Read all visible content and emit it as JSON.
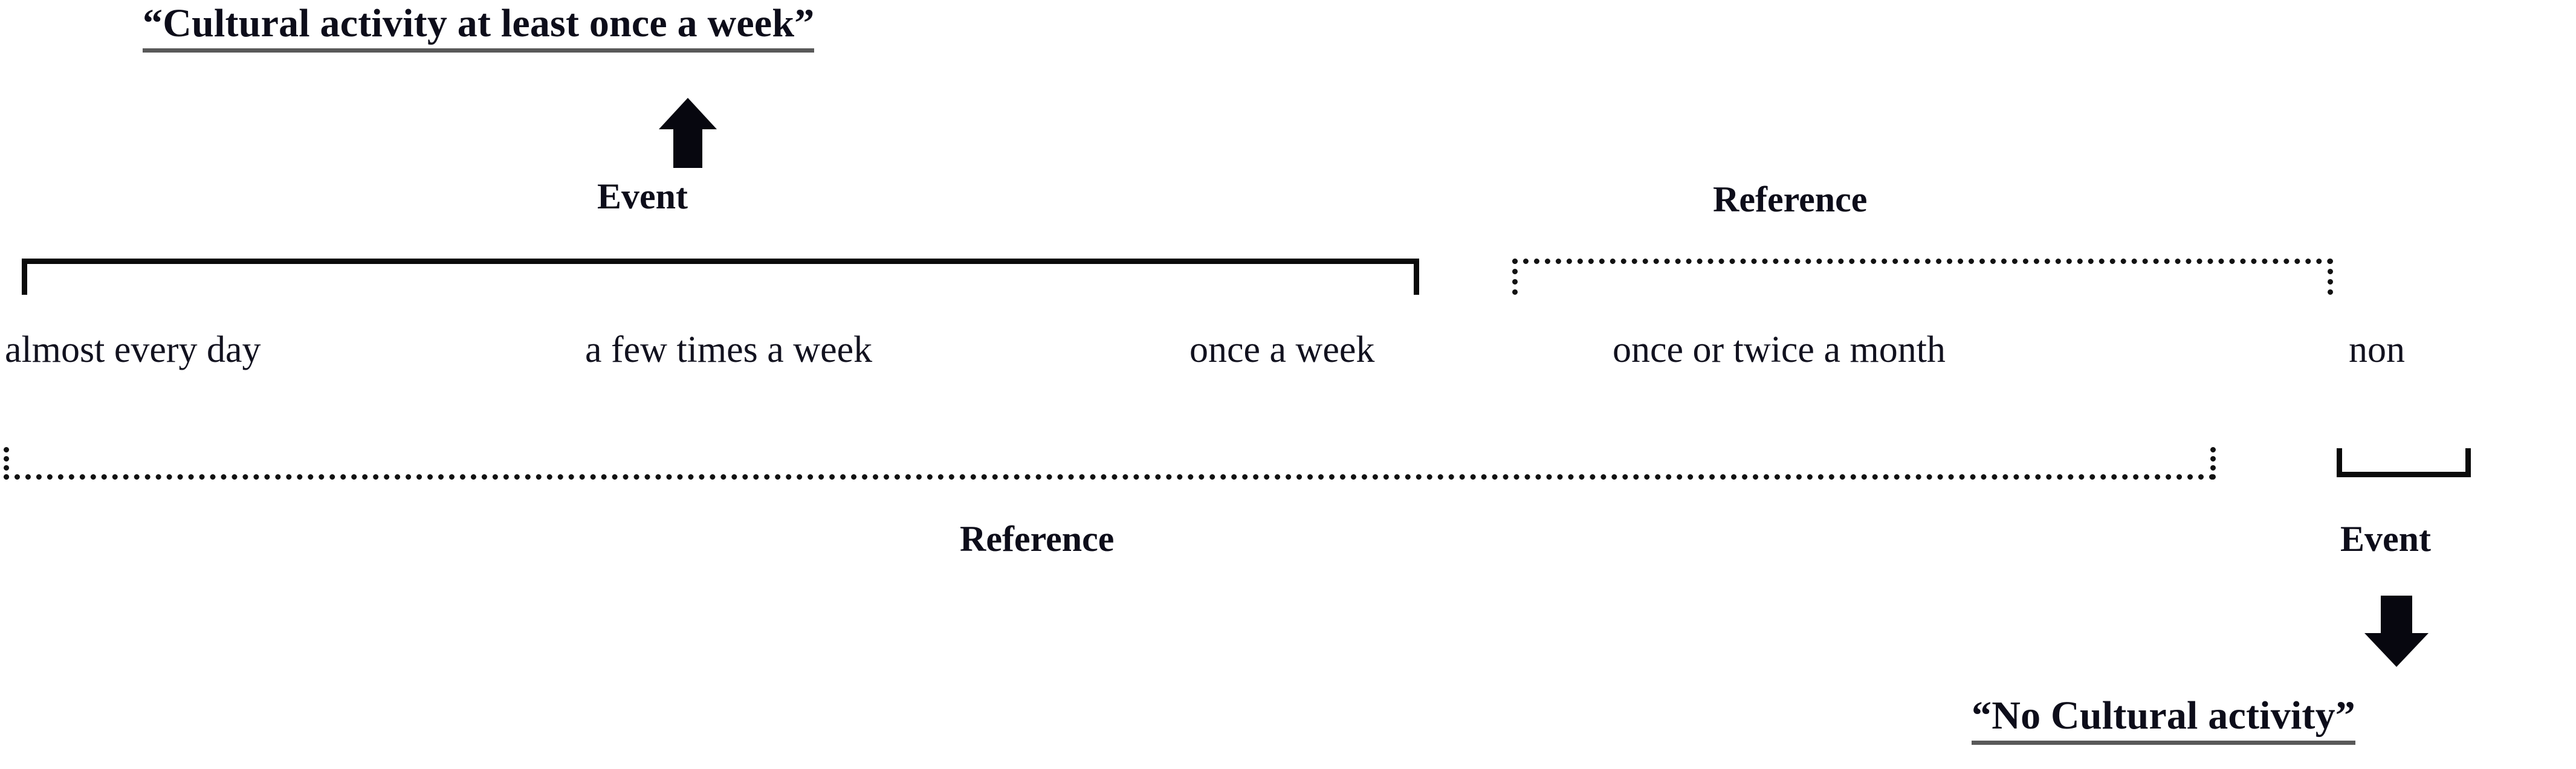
{
  "diagram": {
    "title_top": "“Cultural activity at least once a week”",
    "title_bottom": "“No Cultural activity”",
    "labels": {
      "event_top": "Event",
      "reference_top_right": "Reference",
      "reference_bottom_left": "Reference",
      "event_bottom_right": "Event"
    },
    "scale": {
      "items": [
        {
          "text": "almost every day"
        },
        {
          "text": "a few times a week"
        },
        {
          "text": "once a week"
        },
        {
          "text": "once or twice a month"
        },
        {
          "text": "non"
        }
      ]
    },
    "brackets": [
      {
        "name": "event-top-bracket",
        "style": "solid",
        "opens": "down",
        "label": "Event",
        "covers": [
          "almost every day",
          "a few times a week",
          "once a week"
        ],
        "outcome": "“Cultural activity at least once a week”"
      },
      {
        "name": "reference-top-right-bracket",
        "style": "dotted",
        "opens": "down",
        "label": "Reference",
        "covers": [
          "once or twice a month",
          "non"
        ]
      },
      {
        "name": "reference-bottom-left-bracket",
        "style": "dotted",
        "opens": "up",
        "label": "Reference",
        "covers": [
          "almost every day",
          "a few times a week",
          "once a week",
          "once or twice a month"
        ]
      },
      {
        "name": "event-bottom-right-bracket",
        "style": "solid",
        "opens": "up",
        "label": "Event",
        "covers": [
          "non"
        ],
        "outcome": "“No Cultural activity”"
      }
    ],
    "arrows": [
      {
        "name": "up-arrow",
        "direction": "up",
        "points_to": "“Cultural activity at least once a week”"
      },
      {
        "name": "down-arrow",
        "direction": "down",
        "points_to": "“No Cultural activity”"
      }
    ],
    "colors": {
      "ink": "#0d0d1a",
      "rule": "#0a0a0a",
      "underline": "#595959",
      "background": "#ffffff"
    }
  }
}
